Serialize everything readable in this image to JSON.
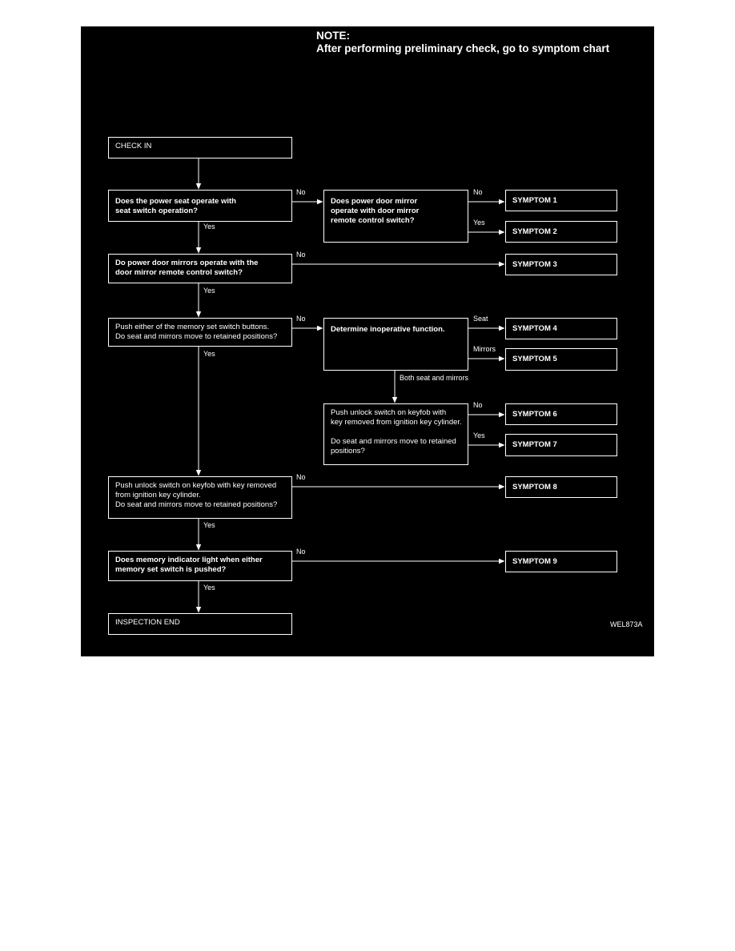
{
  "note": {
    "title": "NOTE:",
    "text": "After performing preliminary check, go to symptom chart"
  },
  "boxes": {
    "check_in": [
      "CHECK IN"
    ],
    "q_seat": [
      "Does the power seat operate with",
      "seat switch operation?"
    ],
    "q_mirror_switch": [
      "Does power door mirror",
      "operate with door mirror",
      "remote control switch?"
    ],
    "q_mirrors": [
      "Do power door mirrors operate with the",
      "door mirror remote control switch?"
    ],
    "q_memory": [
      "Push either of the memory set switch buttons.",
      "Do seat and mirrors move to retained positions?"
    ],
    "determine": [
      "Determine inoperative function."
    ],
    "q_keyfob_sub": [
      "Push unlock switch on keyfob with",
      "key removed from ignition key cylinder.",
      "",
      "Do seat and mirrors move to retained",
      "positions?"
    ],
    "q_keyfob": [
      "Push unlock switch on keyfob with key removed",
      "from ignition key cylinder.",
      "Do seat and mirrors move to retained positions?"
    ],
    "q_indicator": [
      "Does memory indicator light when either",
      "memory set switch is pushed?"
    ],
    "inspection_end": [
      "INSPECTION END"
    ]
  },
  "symptoms": [
    "SYMPTOM 1",
    "SYMPTOM 2",
    "SYMPTOM 3",
    "SYMPTOM 4",
    "SYMPTOM 5",
    "SYMPTOM 6",
    "SYMPTOM 7",
    "SYMPTOM 8",
    "SYMPTOM 9"
  ],
  "labels": {
    "no": "No",
    "yes": "Yes",
    "seat": "Seat",
    "mirrors": "Mirrors",
    "both": "Both seat and mirrors"
  },
  "code": "WEL873A"
}
